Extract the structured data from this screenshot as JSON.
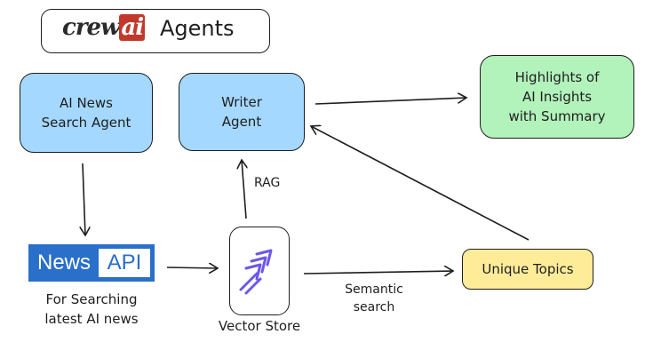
{
  "title": {
    "brand": "crew",
    "brand_ai": "ai",
    "text": "Agents"
  },
  "nodes": {
    "search_agent": "AI News\nSearch Agent",
    "writer_agent": "Writer\nAgent",
    "highlights": "Highlights of\nAI Insights\nwith Summary",
    "unique_topics": "Unique Topics"
  },
  "newsapi": {
    "news": "News",
    "api": "API",
    "caption": "For Searching\nlatest AI news"
  },
  "vector_store": {
    "caption": "Vector Store"
  },
  "edge_labels": {
    "rag": "RAG",
    "semantic": "Semantic\nsearch"
  },
  "colors": {
    "blue": "#a5d8ff",
    "green": "#b2f2bb",
    "yellow": "#ffec99",
    "newsapi": "#2a6fc9",
    "vector_logo": "#6e56e8"
  }
}
